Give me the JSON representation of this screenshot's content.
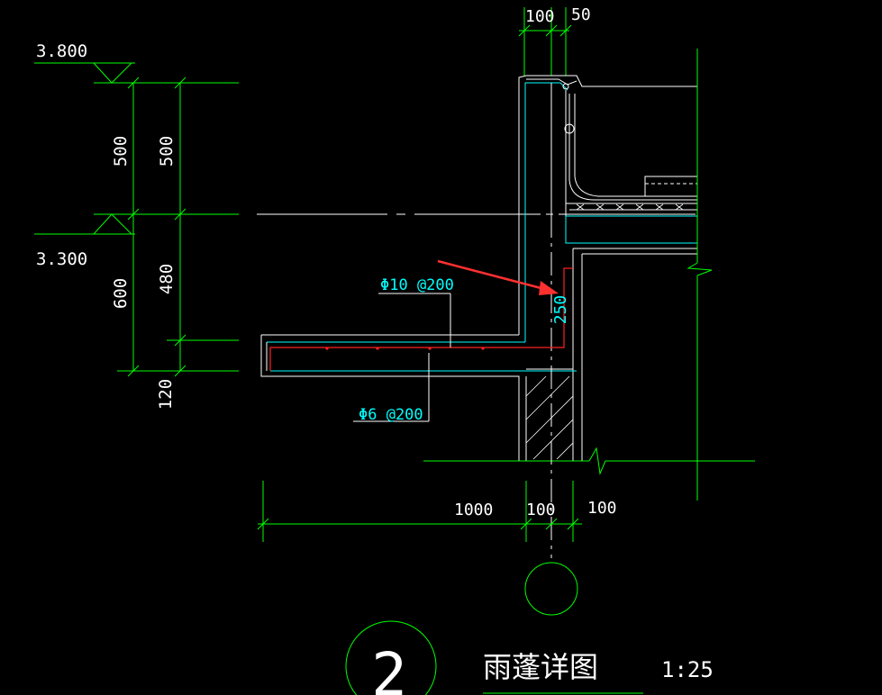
{
  "elevations": {
    "top": "3.800",
    "mid": "3.300"
  },
  "dims": {
    "top_100": "100",
    "top_50": "50",
    "left_500": "500",
    "left_600": "600",
    "inner_500": "500",
    "inner_480": "480",
    "left_120": "120",
    "bottom_1000": "1000",
    "bottom_100a": "100",
    "bottom_100b": "100",
    "slab_250": "250"
  },
  "rebar": {
    "top": "Φ10 @200",
    "bottom": "Φ6 @200"
  },
  "title": {
    "number": "2",
    "name": "雨蓬详图",
    "scale": "1:25"
  },
  "colors": {
    "dim_line": "#00ff00",
    "outline": "#ffffff",
    "rebar_label": "#00ffff",
    "rebar_bar": "#ff2020",
    "arrow": "#ff3030"
  }
}
